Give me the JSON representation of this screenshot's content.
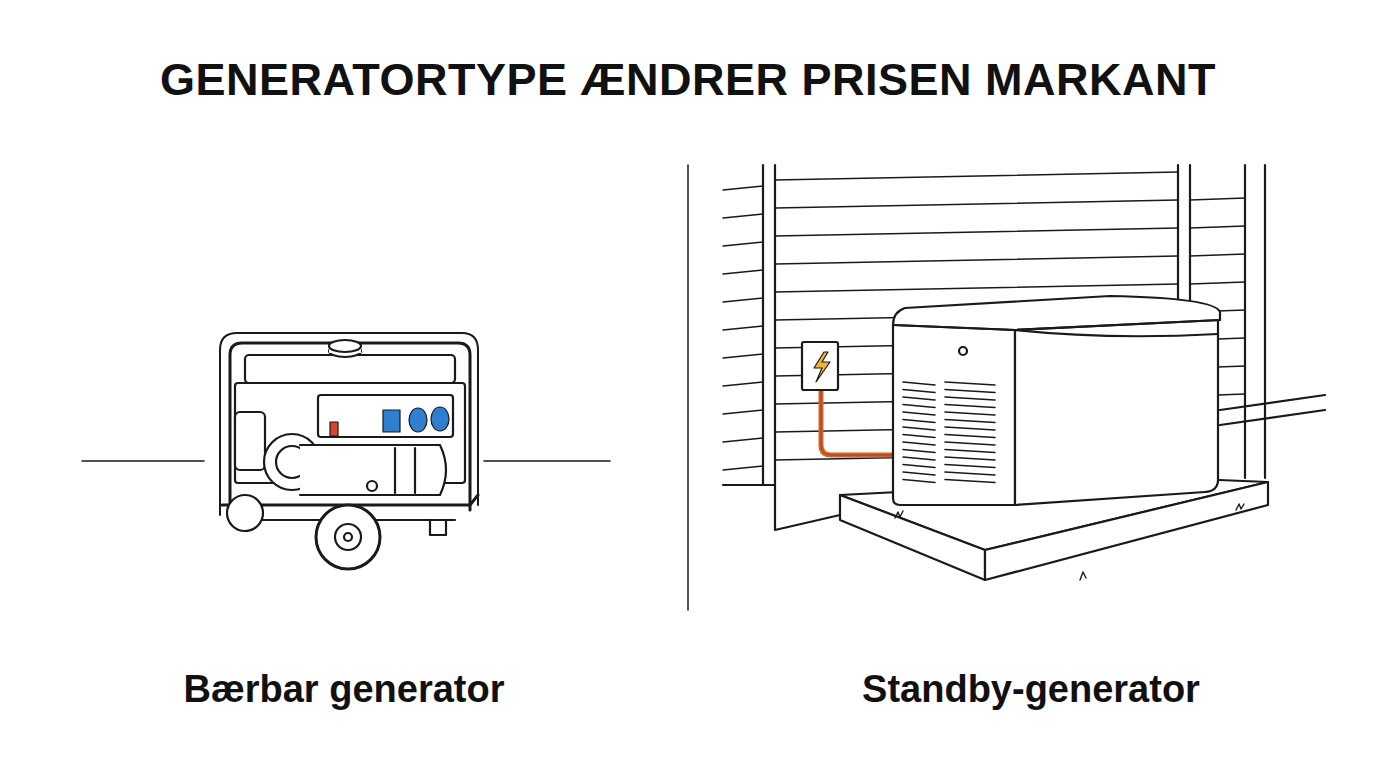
{
  "diagram": {
    "title": "GENERATORTYPE ÆNDRER PRISEN MARKANT",
    "labels": [
      "Bærbar generator",
      "Standby-generator"
    ]
  }
}
